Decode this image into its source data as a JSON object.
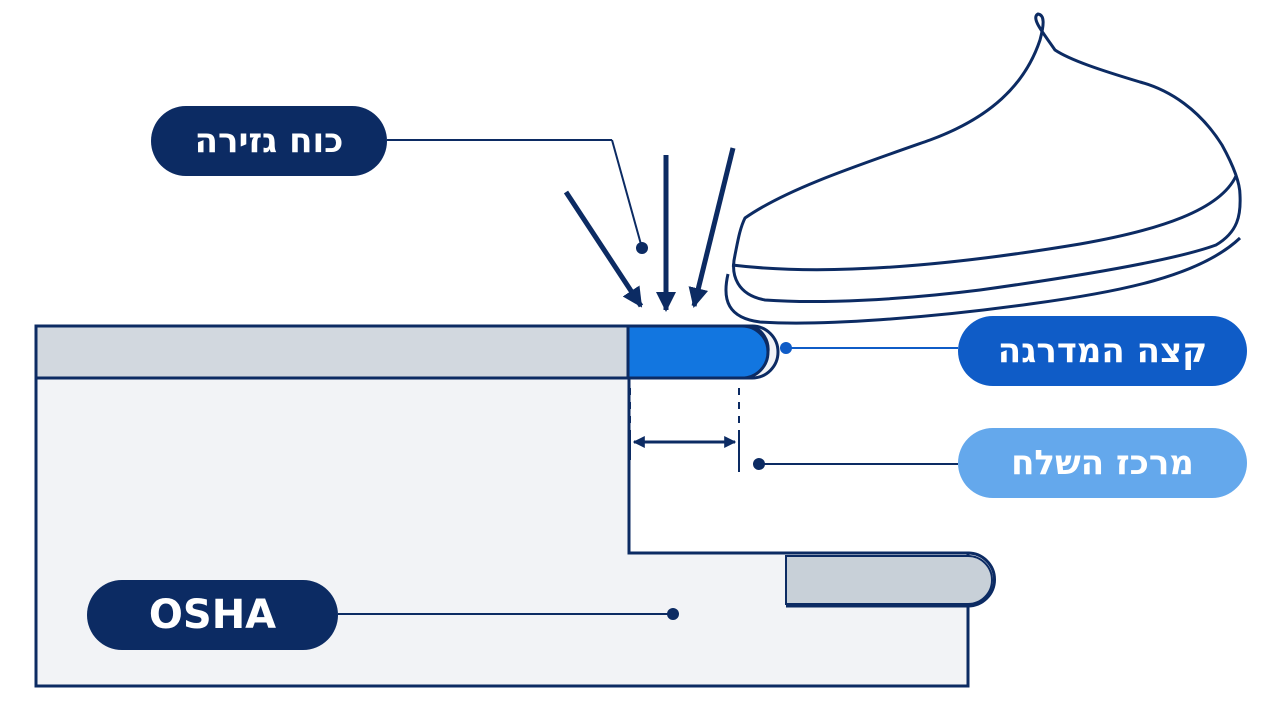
{
  "labels": {
    "shear_force": "כוח גזירה",
    "step_edge": "קצה המדרגה",
    "tread_center": "מרכז השלח",
    "osha": "OSHA"
  },
  "colors": {
    "navy": "#0c2b63",
    "edge_blue": "#1276e0",
    "label_blue": "#0f5cc7",
    "light_blue": "#64a8ec",
    "step_fill": "#f2f3f6",
    "tread_fill": "#d2d8df",
    "lower_tread_fill": "#c8d0d8"
  },
  "icons": {
    "shoe": "shoe-icon",
    "force_arrows": "arrow-down-icon"
  }
}
